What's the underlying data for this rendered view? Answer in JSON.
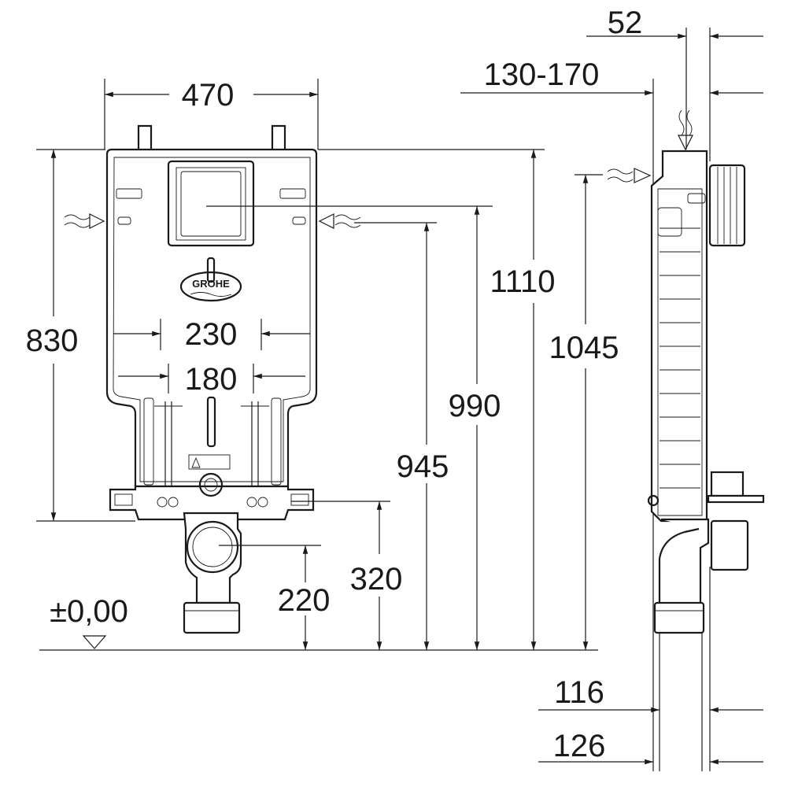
{
  "brand": {
    "logo_text": "GROHE"
  },
  "front_view": {
    "width_total": "470",
    "height_frame": "830",
    "inner_width_a": "230",
    "inner_width_b": "180",
    "floor_level": "±0,00",
    "height_1110": "1110",
    "height_990": "990",
    "height_945": "945",
    "height_320": "320",
    "height_220": "220"
  },
  "side_view": {
    "depth_52": "52",
    "depth_range": "130-170",
    "height_1045": "1045",
    "depth_116": "116",
    "depth_126": "126"
  }
}
